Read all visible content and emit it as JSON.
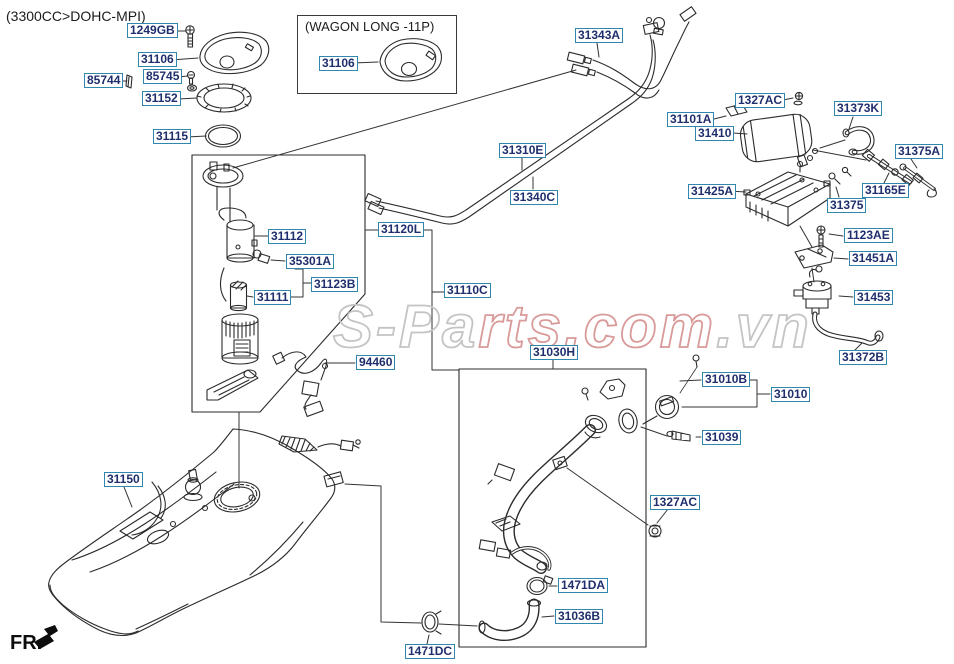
{
  "diagram": {
    "variant_note": "(3300CC>DOHC-MPI)",
    "inset_note": "(WAGON LONG -11P)",
    "front_label": "FR.",
    "watermark": {
      "left": "S-Pa",
      "middle": "rts.com",
      "right": ".vn"
    },
    "colors": {
      "label_border": "#3186ae",
      "label_text": "#1f2f6d",
      "line_art": "#2b2b2b",
      "watermark_gray": "#c4c4c4",
      "watermark_red": "#d99a9a"
    },
    "labels": [
      {
        "id": "1249GB",
        "text": "1249GB"
      },
      {
        "id": "31106-main",
        "text": "31106"
      },
      {
        "id": "85744",
        "text": "85744"
      },
      {
        "id": "85745",
        "text": "85745"
      },
      {
        "id": "31152",
        "text": "31152"
      },
      {
        "id": "31115",
        "text": "31115"
      },
      {
        "id": "31106-wagon",
        "text": "31106"
      },
      {
        "id": "31343A",
        "text": "31343A"
      },
      {
        "id": "31310E",
        "text": "31310E"
      },
      {
        "id": "31340C",
        "text": "31340C"
      },
      {
        "id": "31120L",
        "text": "31120L"
      },
      {
        "id": "31110C",
        "text": "31110C"
      },
      {
        "id": "31112",
        "text": "31112"
      },
      {
        "id": "35301A",
        "text": "35301A"
      },
      {
        "id": "31123B",
        "text": "31123B"
      },
      {
        "id": "31111",
        "text": "31111"
      },
      {
        "id": "94460",
        "text": "94460"
      },
      {
        "id": "31030H",
        "text": "31030H"
      },
      {
        "id": "31010B",
        "text": "31010B"
      },
      {
        "id": "31010",
        "text": "31010"
      },
      {
        "id": "31039",
        "text": "31039"
      },
      {
        "id": "1327AC-neck",
        "text": "1327AC"
      },
      {
        "id": "1471DA",
        "text": "1471DA"
      },
      {
        "id": "31036B",
        "text": "31036B"
      },
      {
        "id": "1471DC",
        "text": "1471DC"
      },
      {
        "id": "31150",
        "text": "31150"
      },
      {
        "id": "1327AC-canister",
        "text": "1327AC"
      },
      {
        "id": "31101A",
        "text": "31101A"
      },
      {
        "id": "31410",
        "text": "31410"
      },
      {
        "id": "31373K",
        "text": "31373K"
      },
      {
        "id": "31375A",
        "text": "31375A"
      },
      {
        "id": "31425A",
        "text": "31425A"
      },
      {
        "id": "31165E",
        "text": "31165E"
      },
      {
        "id": "31375",
        "text": "31375"
      },
      {
        "id": "1123AE",
        "text": "1123AE"
      },
      {
        "id": "31451A",
        "text": "31451A"
      },
      {
        "id": "31453",
        "text": "31453"
      },
      {
        "id": "31372B",
        "text": "31372B"
      }
    ]
  }
}
